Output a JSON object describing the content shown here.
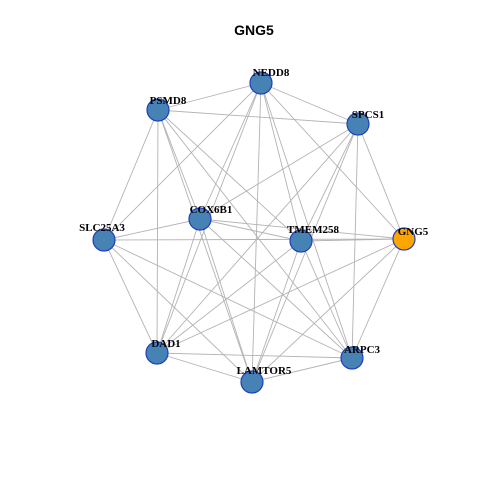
{
  "title": "GNG5",
  "colors": {
    "node_fill": "#4682b4",
    "node_stroke": "#1f3fbf",
    "highlight_fill": "#ffa500",
    "edge": "#b3b3b3"
  },
  "graph": {
    "highlight": "GNG5",
    "nodes": [
      "NEDD8",
      "SPCS1",
      "GNG5",
      "ARPC3",
      "LAMTOR5",
      "DAD1",
      "SLC25A3",
      "PSMD8",
      "COX6B1",
      "TMEM258"
    ],
    "edges": [
      [
        "NEDD8",
        "PSMD8"
      ],
      [
        "NEDD8",
        "SPCS1"
      ],
      [
        "NEDD8",
        "GNG5"
      ],
      [
        "NEDD8",
        "ARPC3"
      ],
      [
        "NEDD8",
        "LAMTOR5"
      ],
      [
        "NEDD8",
        "DAD1"
      ],
      [
        "NEDD8",
        "SLC25A3"
      ],
      [
        "NEDD8",
        "COX6B1"
      ],
      [
        "NEDD8",
        "TMEM258"
      ],
      [
        "PSMD8",
        "SPCS1"
      ],
      [
        "PSMD8",
        "TMEM258"
      ],
      [
        "PSMD8",
        "SLC25A3"
      ],
      [
        "PSMD8",
        "DAD1"
      ],
      [
        "PSMD8",
        "LAMTOR5"
      ],
      [
        "PSMD8",
        "ARPC3"
      ],
      [
        "PSMD8",
        "COX6B1"
      ],
      [
        "SPCS1",
        "GNG5"
      ],
      [
        "SPCS1",
        "ARPC3"
      ],
      [
        "SPCS1",
        "LAMTOR5"
      ],
      [
        "SPCS1",
        "DAD1"
      ],
      [
        "SPCS1",
        "COX6B1"
      ],
      [
        "SPCS1",
        "TMEM258"
      ],
      [
        "SLC25A3",
        "GNG5"
      ],
      [
        "SLC25A3",
        "DAD1"
      ],
      [
        "SLC25A3",
        "LAMTOR5"
      ],
      [
        "SLC25A3",
        "ARPC3"
      ],
      [
        "SLC25A3",
        "COX6B1"
      ],
      [
        "COX6B1",
        "GNG5"
      ],
      [
        "COX6B1",
        "TMEM258"
      ],
      [
        "COX6B1",
        "LAMTOR5"
      ],
      [
        "COX6B1",
        "DAD1"
      ],
      [
        "COX6B1",
        "ARPC3"
      ],
      [
        "TMEM258",
        "GNG5"
      ],
      [
        "TMEM258",
        "ARPC3"
      ],
      [
        "TMEM258",
        "LAMTOR5"
      ],
      [
        "TMEM258",
        "DAD1"
      ],
      [
        "GNG5",
        "ARPC3"
      ],
      [
        "GNG5",
        "DAD1"
      ],
      [
        "GNG5",
        "LAMTOR5"
      ],
      [
        "DAD1",
        "ARPC3"
      ],
      [
        "DAD1",
        "LAMTOR5"
      ],
      [
        "LAMTOR5",
        "ARPC3"
      ]
    ]
  }
}
